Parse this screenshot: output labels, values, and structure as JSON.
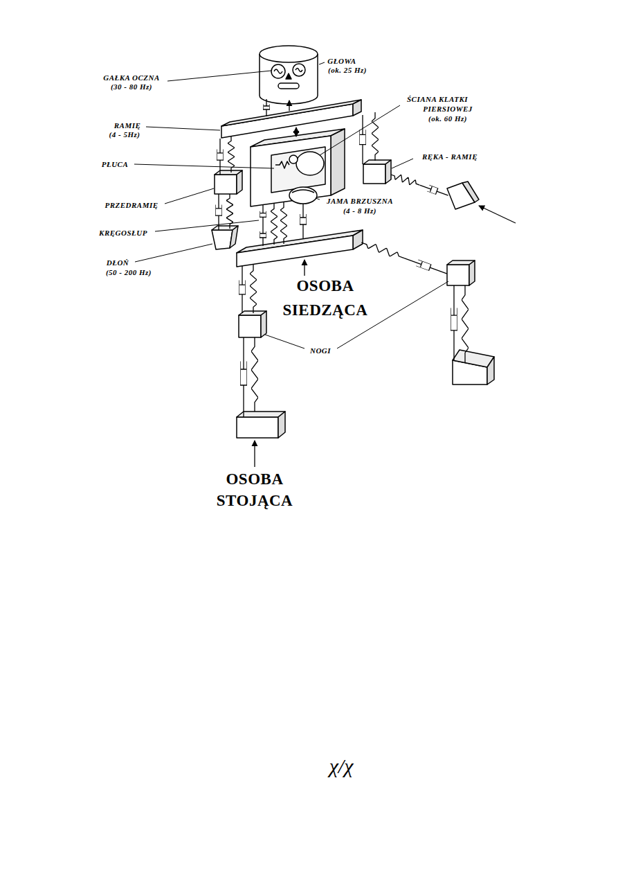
{
  "diagram": {
    "labels": [
      "GAŁKA OCZNA",
      "(30 - 80 Hz)",
      "GŁOWA",
      "(ok. 25 Hz)",
      "ŚCIANA KLATKI",
      "PIERSIOWEJ",
      "(ok. 60 Hz)",
      "RAMIĘ",
      "(4 - 5Hz)",
      "PŁUCA",
      "RĘKA - RAMIĘ",
      "PRZEDRAMIĘ",
      "JAMA BRZUSZNA",
      "(4 - 8 Hz)",
      "KRĘGOSŁUP",
      "DŁOŃ",
      "(50 - 200 Hz)",
      "OSOBA",
      "SIEDZĄCA",
      "NOGI",
      "OSOBA",
      "STOJĄCA",
      "χ/χ"
    ]
  }
}
